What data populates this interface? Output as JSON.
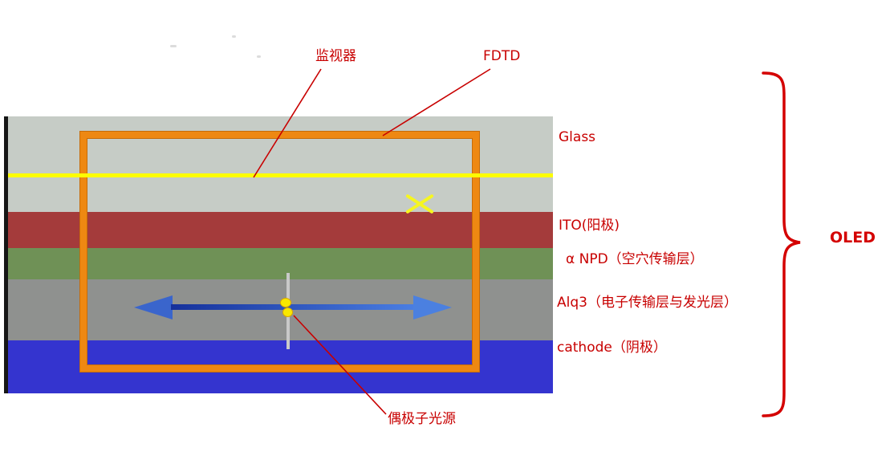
{
  "annotations": {
    "monitor": "监视器",
    "fdtd": "FDTD",
    "dipole": "偶极子光源",
    "oled": "OLED"
  },
  "layers": [
    {
      "name": "glass",
      "label": "Glass",
      "color": "#c6ccc6"
    },
    {
      "name": "ito-anode",
      "label": "ITO(阳极)",
      "color": "#a43b3b"
    },
    {
      "name": "npd-htl",
      "label": "α NPD（空穴传输层）",
      "color": "#6f9156"
    },
    {
      "name": "alq3-etl-eml",
      "label": "Alq3（电子传输层与发光层）",
      "color": "#8f918f"
    },
    {
      "name": "cathode",
      "label": "cathode（阴极）",
      "color": "#3434cf"
    }
  ],
  "colors": {
    "annotation_red": "#c80000",
    "fdtd_region_orange": "#ee8812",
    "monitor_yellow": "#fdfd00",
    "dipole_arrow_blue": "#3c6fd6",
    "background": "#ffffff"
  }
}
